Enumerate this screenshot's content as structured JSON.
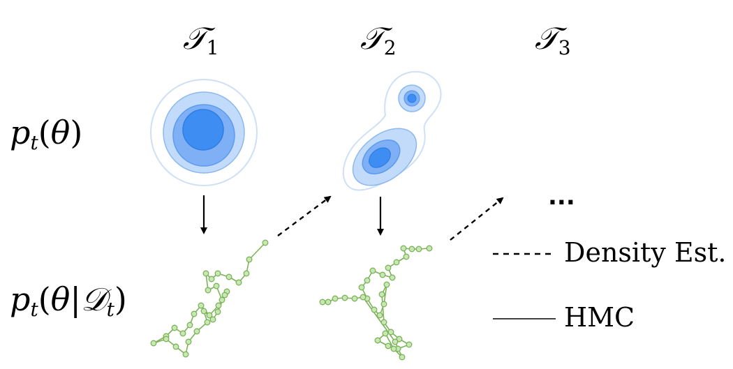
{
  "tasks": [
    {
      "symbol": "𝒯",
      "index": "1"
    },
    {
      "symbol": "𝒯",
      "index": "2"
    },
    {
      "symbol": "𝒯",
      "index": "3"
    }
  ],
  "rows": {
    "prior": {
      "p": "p",
      "t": "t",
      "open": "(",
      "theta": "θ",
      "close": ")"
    },
    "posterior": {
      "p": "p",
      "t": "t",
      "open": "(",
      "theta": "θ",
      "bar": "|",
      "D": "𝒟",
      "close": ")"
    }
  },
  "ellipsis": "...",
  "legend": {
    "dashed_label": "Density Est.",
    "solid_label": "HMC"
  },
  "colors": {
    "density_light": "#dbe9fb",
    "density_mid": "#9cc3f6",
    "density_dark": "#3d8df2",
    "chain": "#7ab356",
    "chain_fill": "#c9e6b6"
  }
}
